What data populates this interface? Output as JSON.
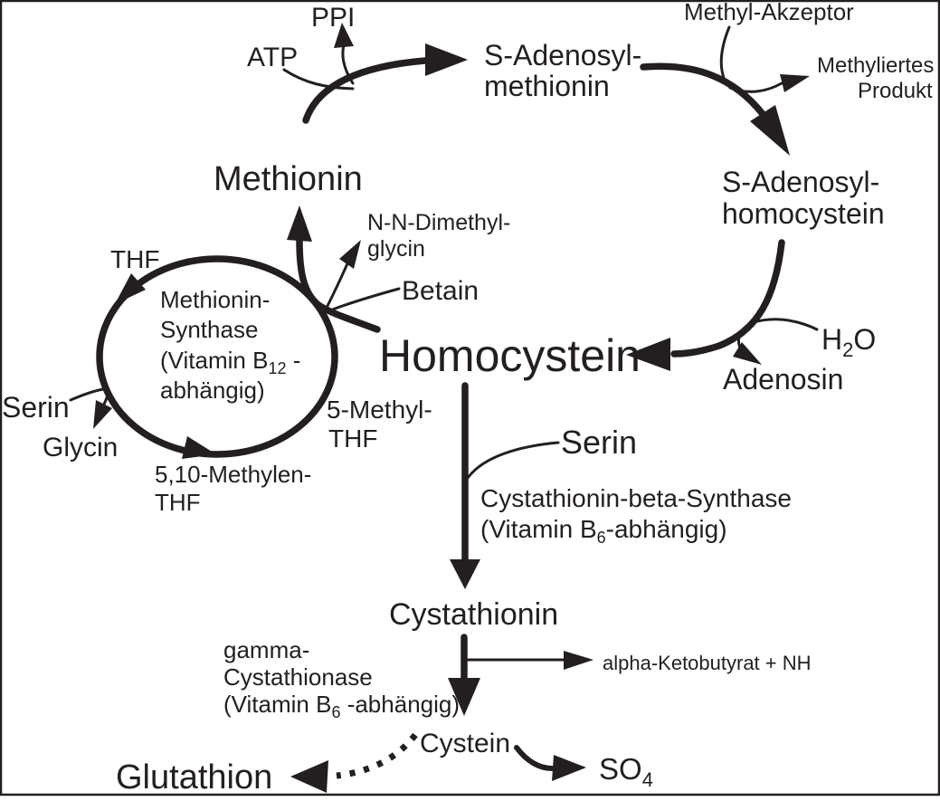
{
  "colors": {
    "ink": "#231f20",
    "background": "#ffffff"
  },
  "nodes": {
    "ppi": "PPI",
    "atp": "ATP",
    "sam": {
      "line1": "S-Adenosyl-",
      "line2": "methionin"
    },
    "methyl_akzeptor": "Methyl-Akzeptor",
    "methyliertes_produkt": {
      "line1": "Methyliertes",
      "line2": "Produkt"
    },
    "sah": {
      "line1": "S-Adenosyl-",
      "line2": "homocystein"
    },
    "h2o": {
      "base1": "H",
      "sub": "2",
      "base2": "O"
    },
    "adenosin": "Adenosin",
    "methionin": "Methionin",
    "nn_dimethylglycin": {
      "line1": "N-N-Dimethyl-",
      "line2": "glycin"
    },
    "betain": "Betain",
    "thf_top": "THF",
    "methionin_synthase": {
      "line1": "Methionin-",
      "line2": "Synthase",
      "line3_base": "(Vitamin B",
      "line3_sub": "12",
      "line3_rest": " -",
      "line4": "abhängig)"
    },
    "serin_left": "Serin",
    "glycin": "Glycin",
    "methylen_thf": {
      "line1": "5,10-Methylen-",
      "line2": "THF"
    },
    "methyl_thf": {
      "line1": "5-Methyl-",
      "line2": "THF"
    },
    "homocystein": "Homocystein",
    "serin_mid": "Serin",
    "cbs": {
      "line1": "Cystathionin-beta-Synthase",
      "line2_base": "(Vitamin B",
      "line2_sub": "6",
      "line2_rest": "-abhängig)"
    },
    "cystathionin": "Cystathionin",
    "gamma_cystathionase": {
      "line1": "gamma-",
      "line2": "Cystathionase",
      "line3_base": "(Vitamin B",
      "line3_sub": "6",
      "line3_rest": " -abhängig)"
    },
    "alpha_ketobutyrat": "alpha-Ketobutyrat + NH",
    "cystein": "Cystein",
    "so4": {
      "base": "SO",
      "sub": "4"
    },
    "glutathion": "Glutathion"
  }
}
